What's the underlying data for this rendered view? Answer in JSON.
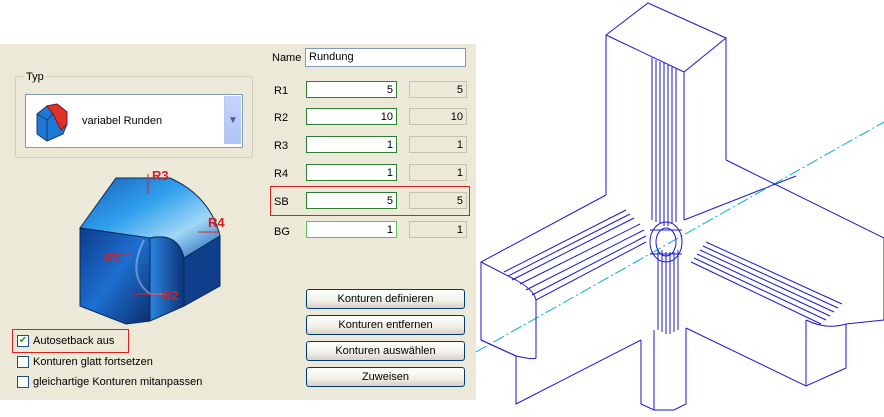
{
  "name_label": "Name",
  "name_value": "Rundung",
  "typ_label": "Typ",
  "typ_selected": "variabel Runden",
  "params": [
    {
      "label": "R1",
      "value": "5",
      "readonly": "5"
    },
    {
      "label": "R2",
      "value": "10",
      "readonly": "10"
    },
    {
      "label": "R3",
      "value": "1",
      "readonly": "1"
    },
    {
      "label": "R4",
      "value": "1",
      "readonly": "1"
    },
    {
      "label": "SB",
      "value": "5",
      "readonly": "5"
    },
    {
      "label": "BG",
      "value": "1",
      "readonly": "1"
    }
  ],
  "preview_labels": {
    "r1": "R1",
    "r2": "R2",
    "r3": "R3",
    "r4": "R4"
  },
  "checkboxes": [
    {
      "label": "Autosetback aus",
      "checked": true
    },
    {
      "label": "Konturen glatt fortsetzen",
      "checked": false
    },
    {
      "label": "gleichartige Konturen mitanpassen",
      "checked": false
    }
  ],
  "buttons": {
    "define": "Konturen definieren",
    "remove": "Konturen entfernen",
    "select": "Konturen auswählen",
    "assign": "Zuweisen"
  },
  "colors": {
    "accent_red": "#e02020",
    "model_blue": "#1a1ad0",
    "axis_cyan": "#00b0d0"
  }
}
